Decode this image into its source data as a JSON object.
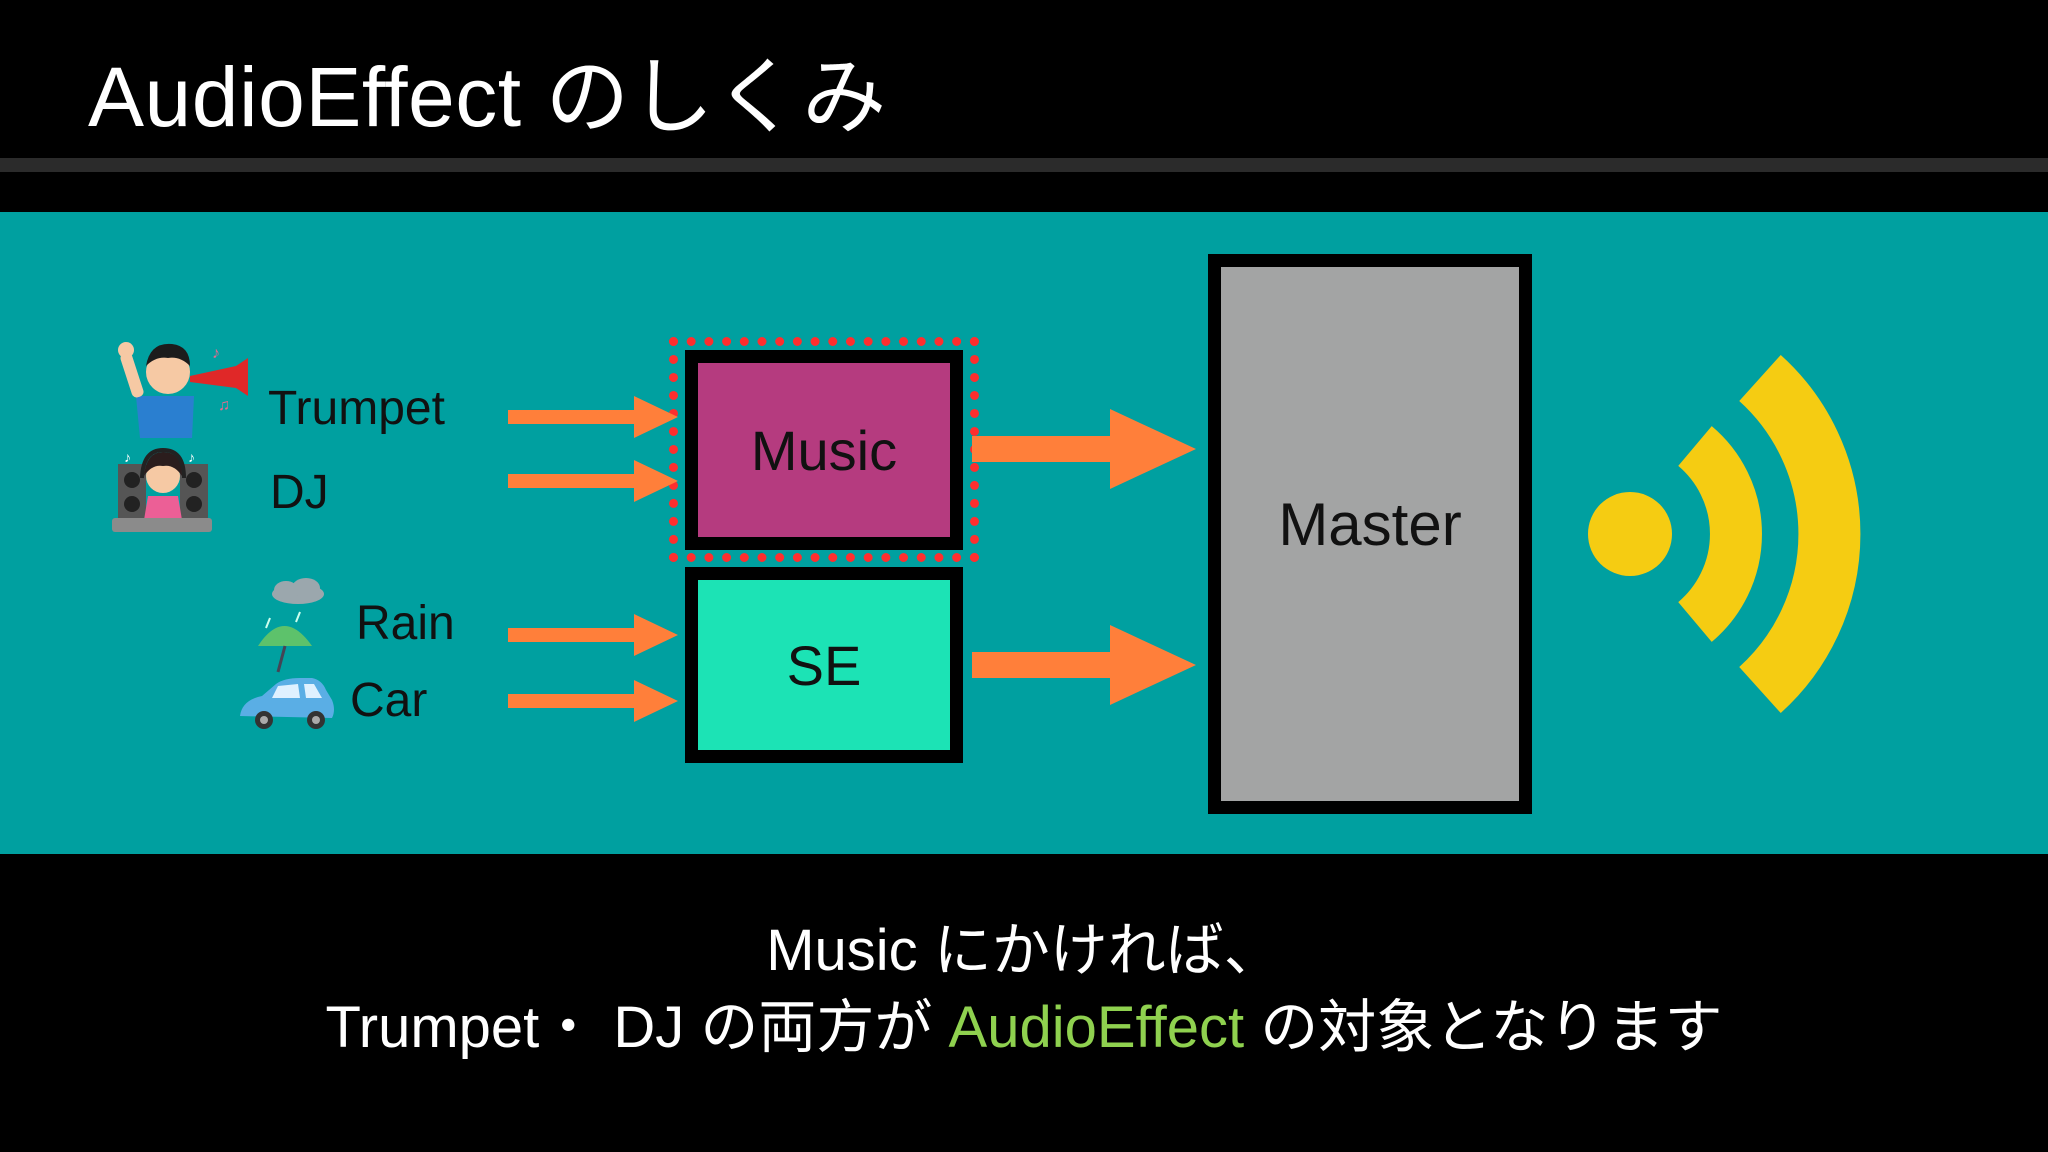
{
  "slide": {
    "title": "AudioEffect のしくみ"
  },
  "sources": [
    {
      "label": "Trumpet",
      "icon": "trumpet-player-icon"
    },
    {
      "label": "DJ",
      "icon": "dj-icon"
    },
    {
      "label": "Rain",
      "icon": "rain-umbrella-icon"
    },
    {
      "label": "Car",
      "icon": "car-icon"
    }
  ],
  "groups": {
    "music": "Music",
    "se": "SE",
    "master": "Master"
  },
  "output_icon": "speaker-waves-icon",
  "caption": {
    "line1": "Music にかければ、",
    "line2_prefix": "Trumpet・ DJ の両方が ",
    "line2_highlight": "AudioEffect",
    "line2_suffix": " の対象となります"
  },
  "colors": {
    "panel": "#00a0a0",
    "music_box": "#b53b7f",
    "se_box": "#1ce3b5",
    "master_box": "#a3a4a4",
    "arrow": "#ff7f3a",
    "selection": "#ff2e2e",
    "sound_waves": "#f5cc12",
    "highlight_text": "#8fd14f"
  }
}
